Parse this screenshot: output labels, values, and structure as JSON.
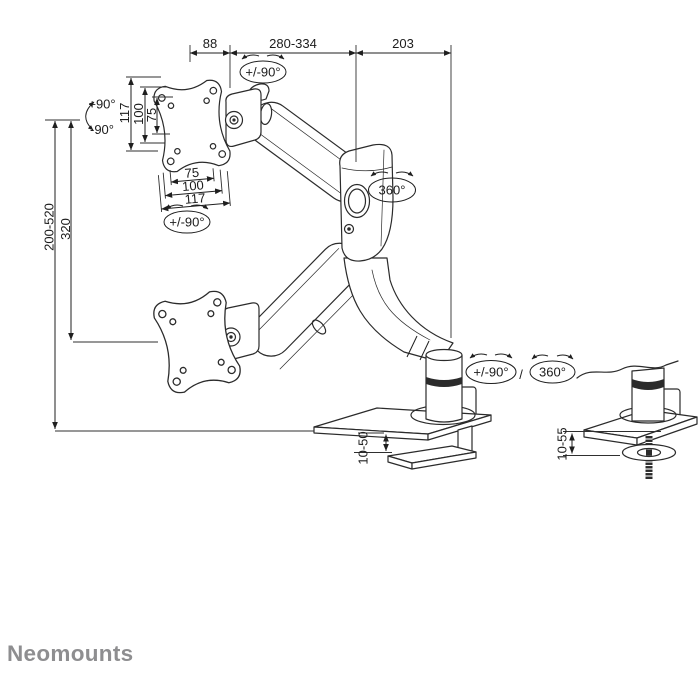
{
  "brand": {
    "logo_text": "Neomounts"
  },
  "colors": {
    "line": "#2b2b2b",
    "dimension_text": "#1c1c1c",
    "logo_gray": "#8e8e90",
    "background": "#ffffff"
  },
  "dimensions": {
    "top_depth": "88",
    "top_reach": "280-334",
    "top_rear": "203",
    "height_range": "200-520",
    "height_center": "320",
    "vesa_v_outer": "117",
    "vesa_v_mid": "100",
    "vesa_v_inner": "75",
    "vesa_h_inner": "75",
    "vesa_h_mid": "100",
    "vesa_h_outer": "117",
    "clamp_range": "10-50",
    "grommet_range": "10-55"
  },
  "rotation": {
    "head_swivel": "+/-90°",
    "tilt_up": "+90°",
    "tilt_down": "-90°",
    "vesa_rotation": "+/-90°",
    "arm_rotation": "360°",
    "base_swivel": "+/-90°",
    "separator": "/",
    "base_rotation": "360°"
  }
}
